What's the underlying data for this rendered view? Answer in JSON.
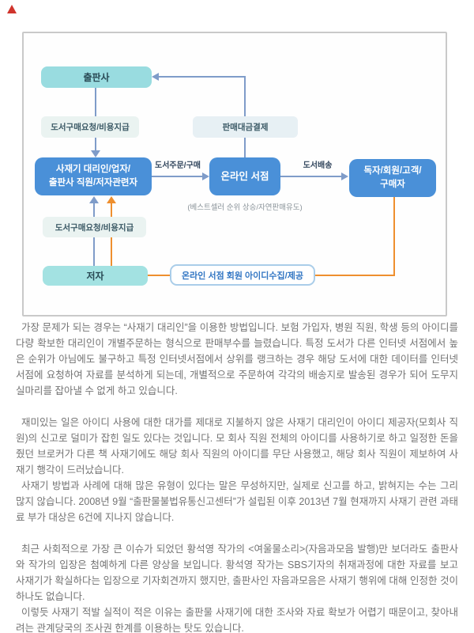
{
  "diagram": {
    "nodes": {
      "publisher": "출판사",
      "broker_line1": "사재기 대리인/업자/",
      "broker_line2": "출판사 직원/저자관련자",
      "bookstore": "온라인 서점",
      "reader_line1": "독자/회원/고객/",
      "reader_line2": "구매자",
      "author": "저자",
      "id_collect": "온라인 서점 회원 아이디수집/제공"
    },
    "labels": {
      "purchase_request_top": "도서구매요청/비용지급",
      "payment": "판매대금결제",
      "order": "도서주문/구매",
      "delivery": "도서배송",
      "purchase_request_bottom": "도서구매요청/비용지급",
      "bookstore_caption": "(베스트셀러 순위 상승/자연판매유도)"
    },
    "colors": {
      "node_blue": "#4a90d8",
      "node_teal": "#99dce0",
      "label_box": "#eaf3f1",
      "payment_box": "#e7f0f4",
      "connector_blue": "#7f9cc9",
      "connector_orange": "#ee8f2e",
      "id_box_border": "#aacde9",
      "id_box_text": "#3276c3",
      "border_gray": "#c9c9c9"
    }
  },
  "article": {
    "paragraphs": [
      "가장 문제가 되는 경우는 “사재기 대리인”을 이용한 방법입니다. 보험 가입자, 병원 직원, 학생 등의 아이디를 다량 확보한 대리인이 개별주문하는 형식으로 판매부수를 늘렸습니다. 특정 도서가 다른 인터넷 서점에서 높은 순위가 아님에도 불구하고 특정 인터넷서점에서 상위를 랭크하는 경우 해당 도서에 대한 데이터를 인터넷서점에 요청하여 자료를 분석하게 되는데, 개별적으로 주문하여 각각의 배송지로 발송된 경우가 되어 도무지 실마리를 잡아낼 수 없게 하고 있습니다.",
      "재미있는 일은 아이디 사용에 대한 대가를 제대로 지불하지 않은 사재기 대리인이 아이디 제공자(모회사 직원)의 신고로 덜미가 잡힌 일도 있다는 것입니다. 모 회사 직원 전체의 아이디를 사용하기로 하고 일정한 돈을 줬던 브로커가 다른 책 사재기에도 해당 회사 직원의 아이디를 무단 사용했고, 해당 회사 직원이 제보하여 사재기 행각이 드러났습니다.",
      "사재기 방법과 사례에 대해 많은 유형이 있다는 말은 무성하지만, 실제로 신고를 하고, 밝혀지는 수는 그리 많지 않습니다. 2008년 9월 “출판물불법유통신고센터”가 설립된 이후 2013년 7월 현재까지 사재기 관련 과태료 부가 대상은 6건에 지나지 않습니다.",
      "최근 사회적으로 가장 큰 이슈가 되었던 황석영 작가의 <여울물소리>(자음과모음 발행)만 보더라도 출판사와 작가의 입장은 첨예하게 다른 양상을 보입니다. 황석영 작가는 SBS기자의 취재과정에 대한 자료를 보고 사재기가 확실하다는 입장으로 기자회견까지 했지만, 출판사인 자음과모음은 사재기 행위에 대해 인정한 것이 하나도 없습니다.",
      "이렇듯 사재기 적발 실적이 적은 이유는 출판물 사재기에 대한 조사와 자료 확보가 어렵기 때문이고, 찾아내려는 관계당국의 조사권 한계를 이용하는 탓도 있습니다."
    ]
  }
}
